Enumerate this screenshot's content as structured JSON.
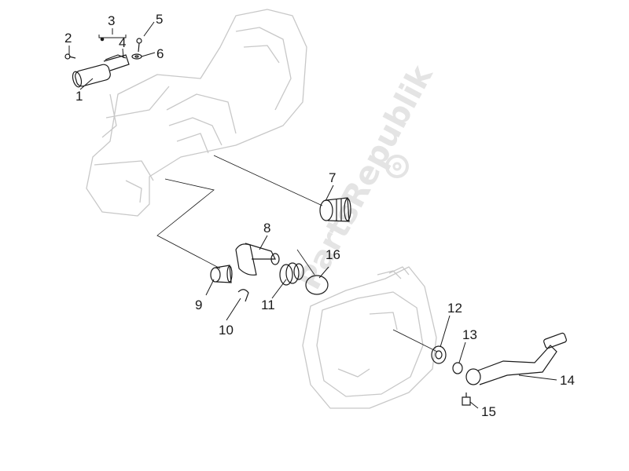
{
  "diagram": {
    "callouts": [
      {
        "id": "c1",
        "label": "1"
      },
      {
        "id": "c2",
        "label": "2"
      },
      {
        "id": "c3",
        "label": "3"
      },
      {
        "id": "c4",
        "label": "4"
      },
      {
        "id": "c5",
        "label": "5"
      },
      {
        "id": "c6",
        "label": "6"
      },
      {
        "id": "c7",
        "label": "7"
      },
      {
        "id": "c8",
        "label": "8"
      },
      {
        "id": "c9",
        "label": "9"
      },
      {
        "id": "c10",
        "label": "10"
      },
      {
        "id": "c11",
        "label": "11"
      },
      {
        "id": "c12",
        "label": "12"
      },
      {
        "id": "c13",
        "label": "13"
      },
      {
        "id": "c14",
        "label": "14"
      },
      {
        "id": "c15",
        "label": "15"
      },
      {
        "id": "c16",
        "label": "16"
      }
    ]
  },
  "watermark": {
    "text": "PartsRepublik",
    "icon": "gear-icon"
  },
  "colors": {
    "line": "#1a1a1a",
    "housing": "#c8c8c8",
    "watermark": "#e4e4e4"
  }
}
